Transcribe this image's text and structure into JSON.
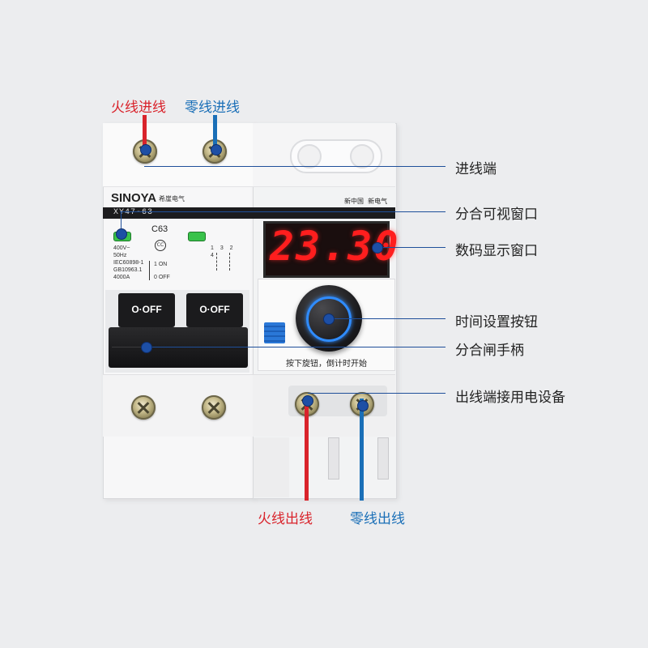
{
  "labels": {
    "live_in": "火线进线",
    "neutral_in": "零线进线",
    "live_out": "火线出线",
    "neutral_out": "零线出线"
  },
  "callouts": {
    "inlet_terminal": "进线端",
    "window": "分合可视窗口",
    "display_window": "数码显示窗口",
    "time_button": "时间设置按钮",
    "handle": "分合闸手柄",
    "outlet": "出线端接用电设备"
  },
  "device": {
    "brand": "SINOYA",
    "brand_cn": "希崖电气",
    "model": "XY47-63",
    "rating": "C63",
    "spec_lines": [
      "400V~",
      "50Hz",
      "IEC60898-1",
      "GB10963.1",
      "4000A"
    ],
    "on_label": "1 ON",
    "off_label": "0 OFF",
    "switch_left": "O·OFF",
    "switch_right": "O·OFF",
    "timer_brand": "新中国  新电气",
    "display": "23.30",
    "instruction": "按下旋钮，倒计时开始",
    "terminal_marks": "1 3 2 4"
  },
  "colors": {
    "live": "#d9232b",
    "neutral": "#1a6fb7",
    "callout_line": "#1f4f9a",
    "led": "#ff1e1e"
  }
}
